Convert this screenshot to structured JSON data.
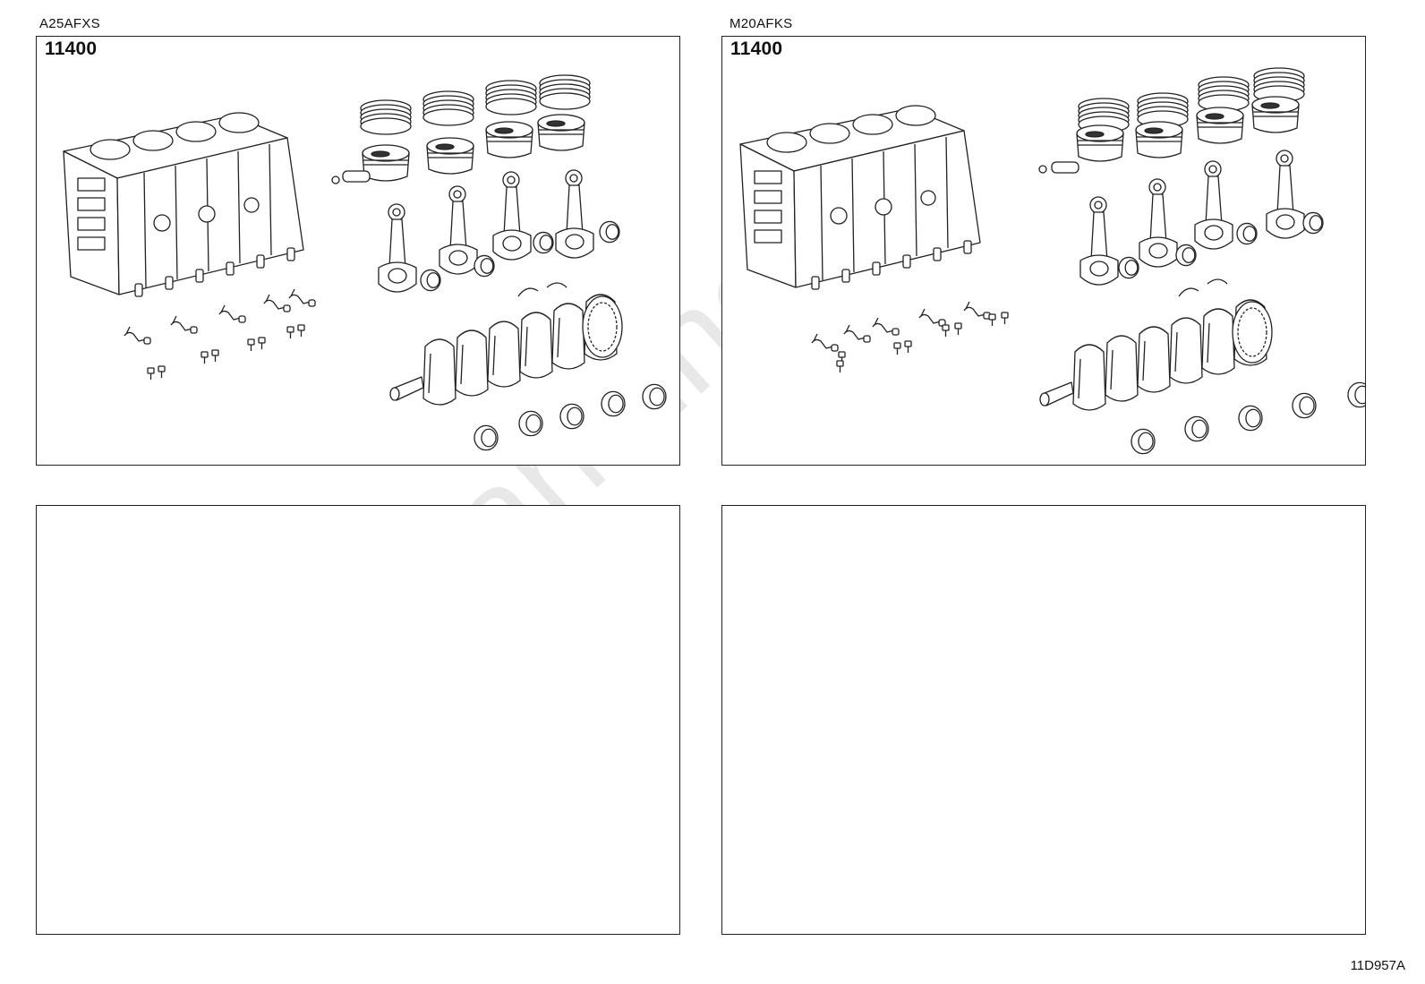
{
  "panels": [
    {
      "engine": "A25AFXS",
      "part_code": "11400"
    },
    {
      "engine": "M20AFKS",
      "part_code": "11400"
    },
    {
      "engine": "",
      "part_code": ""
    },
    {
      "engine": "",
      "part_code": ""
    }
  ],
  "watermark": "ToyotaCarMine.ru",
  "diagram_id": "11D957A",
  "icons": {
    "engine_block": "engine-block-icon",
    "piston_ring_set": "piston-ring-icon",
    "piston": "piston-icon",
    "connecting_rod": "connecting-rod-icon",
    "bearing": "bearing-icon",
    "crankshaft": "crankshaft-icon",
    "oil_jet": "oil-jet-icon",
    "bolt": "bolt-icon"
  },
  "colors": {
    "line": "#222222",
    "watermark": "#e6e6e6"
  }
}
